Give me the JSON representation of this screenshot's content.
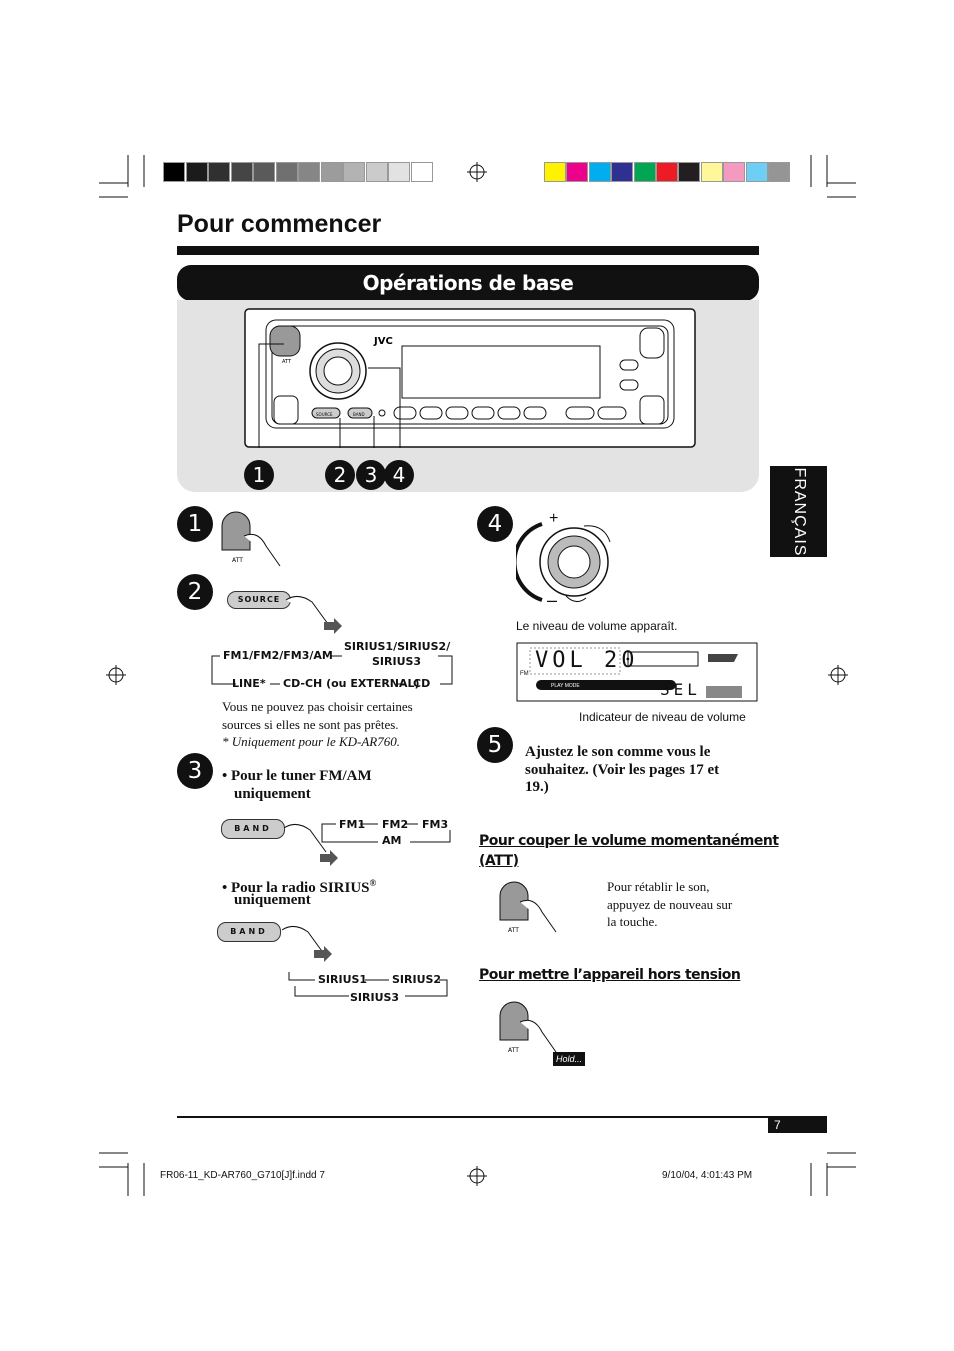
{
  "header": {
    "title": "Pour commencer",
    "section": "Opérations de base",
    "language_tab": "FRANÇAIS"
  },
  "calibration": {
    "gray_swatches": [
      "#000000",
      "#1b1b1b",
      "#303030",
      "#454545",
      "#5a5a5a",
      "#707070",
      "#868686",
      "#9c9c9c",
      "#b3b3b3",
      "#cbcbcb",
      "#e2e2e2",
      "#ffffff"
    ],
    "color_swatches": [
      "#fff200",
      "#ec008c",
      "#00aeef",
      "#2e3192",
      "#00a651",
      "#ed1c24",
      "#231f20",
      "#fff799",
      "#f49ac1",
      "#6dcff6",
      "#959595"
    ]
  },
  "device": {
    "brand": "JVC",
    "power_label": "ATT",
    "source_label": "SOURCE",
    "band_label": "BAND",
    "callouts": [
      "1",
      "2",
      "3",
      "4"
    ]
  },
  "step1": {
    "num": "1",
    "button_label": "ATT"
  },
  "step2": {
    "num": "2",
    "button": "SOURCE",
    "flow_top_left": "FM1/FM2/FM3/AM",
    "flow_top_right_1": "SIRIUS1/SIRIUS2/",
    "flow_top_right_2": "SIRIUS3",
    "flow_bottom_line": "LINE*",
    "flow_bottom_cdch": "CD-CH (ou EXTERNAL)",
    "flow_bottom_cd": "CD",
    "note1": "Vous ne pouvez pas choisir certaines",
    "note2": "sources si elles ne sont pas prêtes.",
    "note3": "* Uniquement pour le KD-AR760."
  },
  "step3": {
    "num": "3",
    "bullet1_a": "• Pour le tuner FM/AM",
    "bullet1_b": "uniquement",
    "band": "BAND",
    "fm1": "FM1",
    "fm2": "FM2",
    "fm3": "FM3",
    "am": "AM",
    "bullet2_a": "• Pour la radio SIRIUS",
    "bullet2_sup": "®",
    "bullet2_b": "uniquement",
    "sirius1": "SIRIUS1",
    "sirius2": "SIRIUS2",
    "sirius3": "SIRIUS3"
  },
  "step4": {
    "num": "4",
    "plus": "+",
    "minus": "–",
    "caption_top": "Le niveau de volume apparaît.",
    "caption_bottom": "Indicateur de niveau de volume",
    "display_vol": "VOL 20",
    "display_sel": "SEL",
    "display_fm": "FM",
    "display_playmode": "PLAY MODE"
  },
  "step5": {
    "num": "5",
    "line1": "Ajustez le son comme vous le",
    "line2": "souhaitez. (Voir les pages 17 et",
    "line3": "19.)"
  },
  "att_section": {
    "heading1": "Pour couper le volume momentanément",
    "heading2": "(ATT)",
    "note1": "Pour rétablir le son,",
    "note2": "appuyez de nouveau sur",
    "note3": "la touche.",
    "button_label": "ATT"
  },
  "off_section": {
    "heading": "Pour mettre l’appareil hors tension",
    "hold": "Hold...",
    "button_label": "ATT"
  },
  "page": {
    "number": "7"
  },
  "footer": {
    "file": "FR06-11_KD-AR760_G710[J]f.indd   7",
    "date": "9/10/04, 4:01:43 PM"
  }
}
